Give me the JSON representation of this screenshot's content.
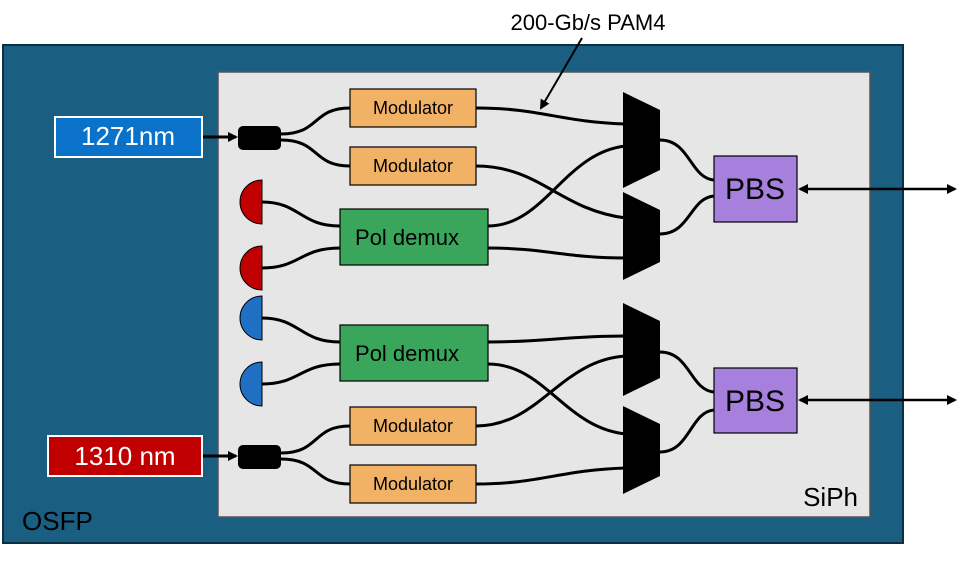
{
  "annotation": {
    "text": "200-Gb/s PAM4"
  },
  "outer_label": "OSFP",
  "chip_label": "SiPh",
  "lasers": [
    {
      "label": "1271nm",
      "color": "#0b72c9"
    },
    {
      "label": "1310 nm",
      "color": "#c00000"
    }
  ],
  "modulators": [
    "Modulator",
    "Modulator",
    "Modulator",
    "Modulator"
  ],
  "pol_demux": [
    "Pol demux",
    "Pol demux"
  ],
  "pbs": [
    "PBS",
    "PBS"
  ],
  "colors": {
    "osfp_fill": "#1a5e82",
    "chip_fill": "#e6e6e6",
    "modulator_fill": "#f2b266",
    "pol_demux_fill": "#3aa65c",
    "pbs_fill": "#a77fdc",
    "detector_red": "#c00000",
    "detector_blue": "#1f6fc4"
  }
}
